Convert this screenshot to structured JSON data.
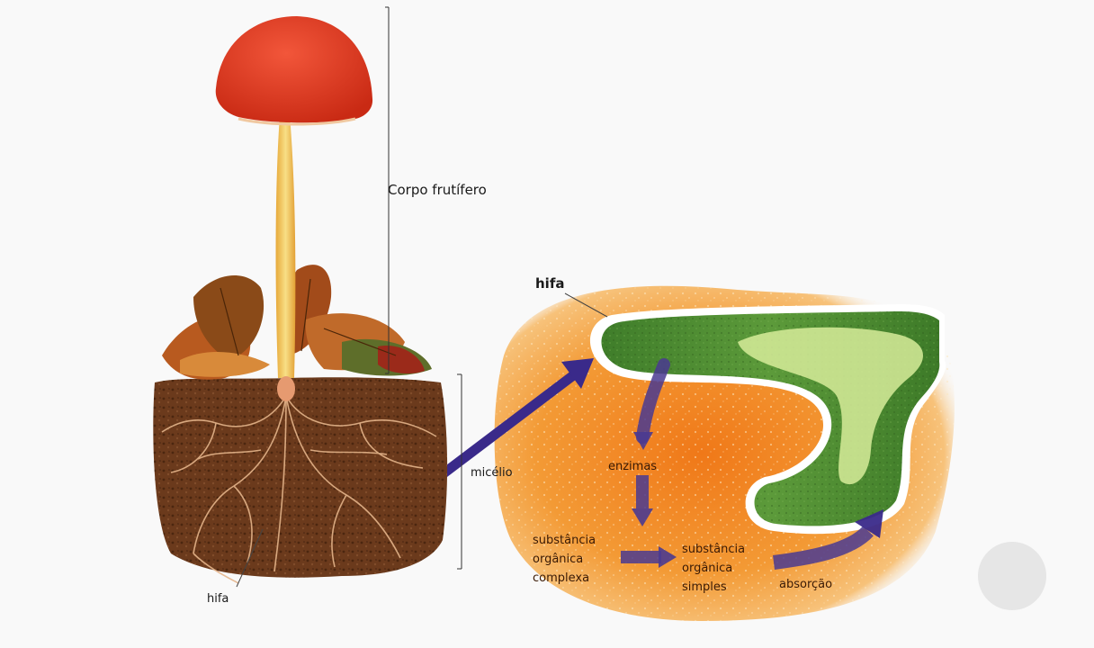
{
  "labels": {
    "fruiting_body": "Corpo frutífero",
    "hypha_bottom": "hifa",
    "mycelium": "micélio",
    "hypha_detail": "hifa",
    "enzymes": "enzimas",
    "complex_substance": [
      "substância",
      "orgânica",
      "complexa"
    ],
    "simple_substance": [
      "substância",
      "orgânica",
      "simples"
    ],
    "absorption": "absorção"
  },
  "colors": {
    "cap": "#e63a22",
    "stem": "#f0c65a",
    "soil": "#6b3a1c",
    "hypha_green": "#4e8a32",
    "substrate_orange": "#f08a25",
    "arrow_purple": "#3a2a8a"
  }
}
